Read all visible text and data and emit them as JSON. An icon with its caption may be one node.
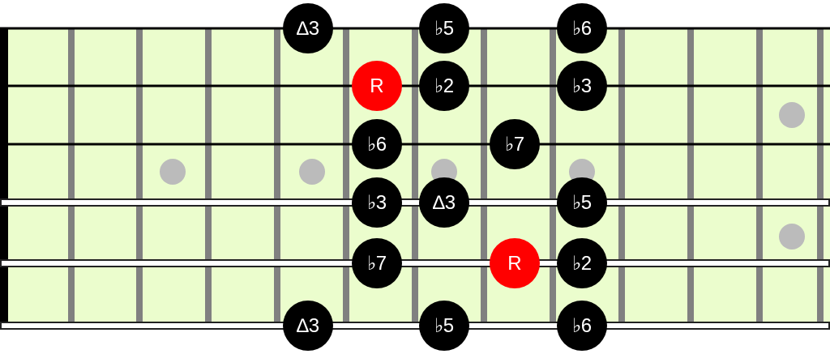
{
  "diagram": {
    "nodes": [
      {
        "text": [
          "∆3"
        ]
      },
      {
        "text": [
          "♭5"
        ]
      },
      {
        "text": [
          "♭6"
        ]
      },
      {
        "text": [
          "R"
        ]
      },
      {
        "text": [
          "♭2"
        ]
      },
      {
        "text": [
          "♭3"
        ]
      },
      {
        "text": [
          "♭6"
        ]
      },
      {
        "text": [
          "♭7"
        ]
      },
      {
        "text": [
          "♭3"
        ]
      },
      {
        "text": [
          "∆3"
        ]
      },
      {
        "text": [
          "♭5"
        ]
      },
      {
        "text": [
          "♭7"
        ]
      },
      {
        "text": [
          "R"
        ]
      },
      {
        "text": [
          "♭2"
        ]
      },
      {
        "text": [
          "∆3"
        ]
      },
      {
        "text": [
          "♭5"
        ]
      },
      {
        "text": [
          "♭6"
        ]
      }
    ]
  }
}
